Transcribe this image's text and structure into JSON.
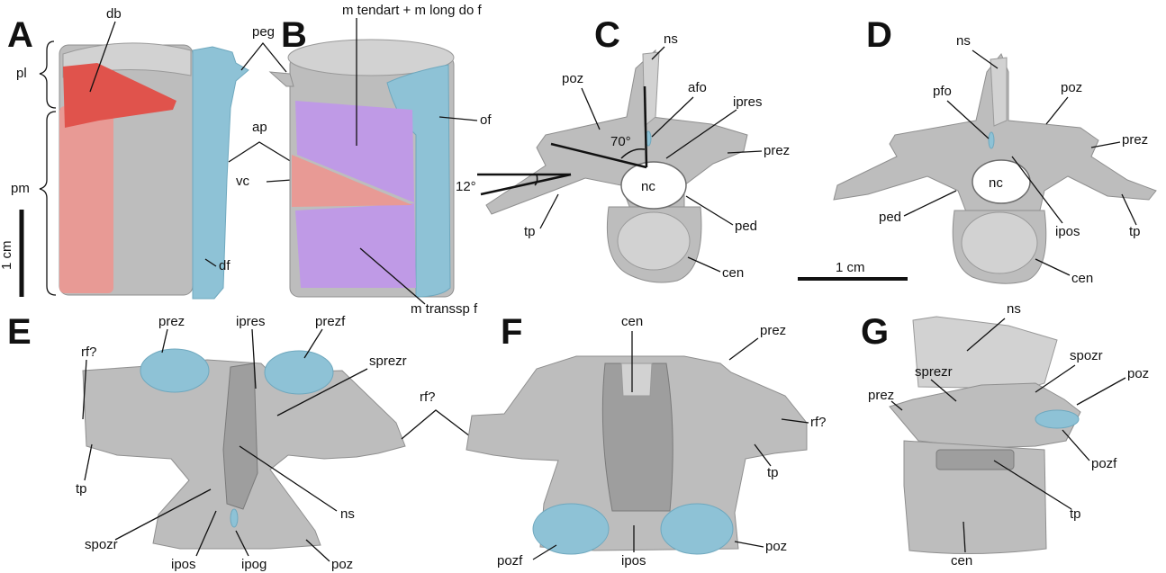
{
  "panels": [
    "A",
    "B",
    "C",
    "D",
    "E",
    "F",
    "G"
  ],
  "labels": {
    "a_db": "db",
    "a_pl": "pl",
    "a_pm": "pm",
    "peg": "peg",
    "ap": "ap",
    "vc": "vc",
    "df": "df",
    "b_mtend": "m tendart + m long do f",
    "b_of": "of",
    "b_mtrans": "m transsp f",
    "scale1": "1 cm",
    "c_ns": "ns",
    "c_poz": "poz",
    "c_afo": "afo",
    "c_ipres": "ipres",
    "c_70": "70°",
    "c_prez": "prez",
    "c_12": "12°",
    "c_nc": "nc",
    "c_ped": "ped",
    "c_tp": "tp",
    "c_cen": "cen",
    "d_ns": "ns",
    "d_pfo": "pfo",
    "d_poz": "poz",
    "d_prez": "prez",
    "d_nc": "nc",
    "d_ped": "ped",
    "d_ipos": "ipos",
    "d_tp": "tp",
    "d_cen": "cen",
    "scale2": "1 cm",
    "e_prez": "prez",
    "e_ipres": "ipres",
    "e_prezf": "prezf",
    "e_rf": "rf?",
    "e_sprezr": "sprezr",
    "e_tp": "tp",
    "e_ns": "ns",
    "e_spozr": "spozr",
    "e_ipos": "ipos",
    "e_ipog": "ipog",
    "e_poz": "poz",
    "mid_rf": "rf?",
    "f_cen": "cen",
    "f_prez": "prez",
    "f_rf": "rf?",
    "f_tp": "tp",
    "f_pozf": "pozf",
    "f_ipos": "ipos",
    "f_poz": "poz",
    "g_ns": "ns",
    "g_spozr": "spozr",
    "g_sprezr": "sprezr",
    "g_poz": "poz",
    "g_prez": "prez",
    "g_pozf": "pozf",
    "g_tp": "tp",
    "g_cen": "cen"
  },
  "colors": {
    "bone": "#bdbdbd",
    "blue_facet": "#8ec2d6",
    "red_muscle": "#e89a95",
    "red_strong": "#e0534c",
    "purple_muscle": "#bf9ae6"
  }
}
